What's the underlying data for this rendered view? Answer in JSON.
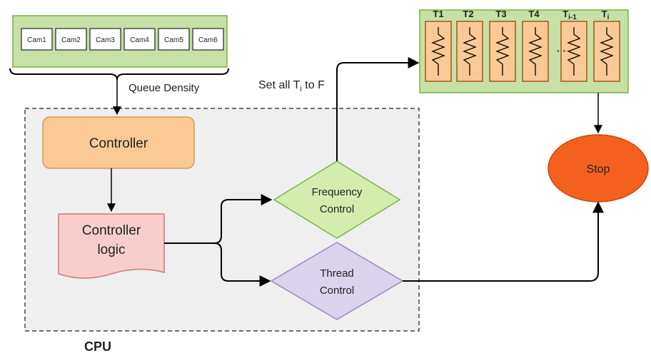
{
  "cameras": {
    "items": [
      "Cam1",
      "Cam2",
      "Cam3",
      "Cam4",
      "Cam5",
      "Cam6"
    ]
  },
  "labels": {
    "queue_density": "Queue Density",
    "set_all": "Set all T",
    "set_all_sub": "i",
    "set_all_tail": " to F",
    "cpu": "CPU",
    "ellipsis": "· ·"
  },
  "nodes": {
    "controller": "Controller",
    "controller_logic_line1": "Controller",
    "controller_logic_line2": "logic",
    "frequency_line1": "Frequency",
    "frequency_line2": "Control",
    "thread_line1": "Thread",
    "thread_line2": "Control",
    "stop": "Stop"
  },
  "threads": {
    "labels": [
      "T1",
      "T2",
      "T3",
      "T4"
    ],
    "tim1_base": "T",
    "tim1_sub": "i-1",
    "ti_base": "T",
    "ti_sub": "i"
  },
  "colors": {
    "green_fill": "#c6e0a6",
    "green_stroke": "#7cb342",
    "orange_fill": "#fbc995",
    "pink_fill": "#f8cecc",
    "diamond_green": "#d4edaf",
    "diamond_purple": "#dcd3ec",
    "stop_fill": "#f4611e",
    "cpu_fill": "#efefef"
  }
}
